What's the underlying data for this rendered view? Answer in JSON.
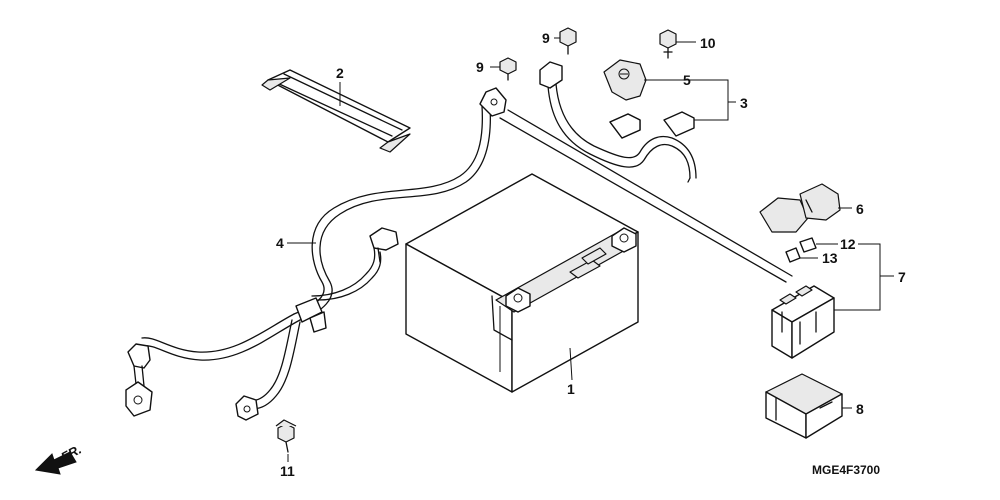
{
  "callouts": {
    "c1": "1",
    "c2": "2",
    "c3": "3",
    "c4": "4",
    "c5": "5",
    "c6": "6",
    "c7": "7",
    "c8": "8",
    "c9a": "9",
    "c9b": "9",
    "c10": "10",
    "c11": "11",
    "c12": "12",
    "c13": "13"
  },
  "front_label": "FR.",
  "drawing_code": "MGE4F3700"
}
